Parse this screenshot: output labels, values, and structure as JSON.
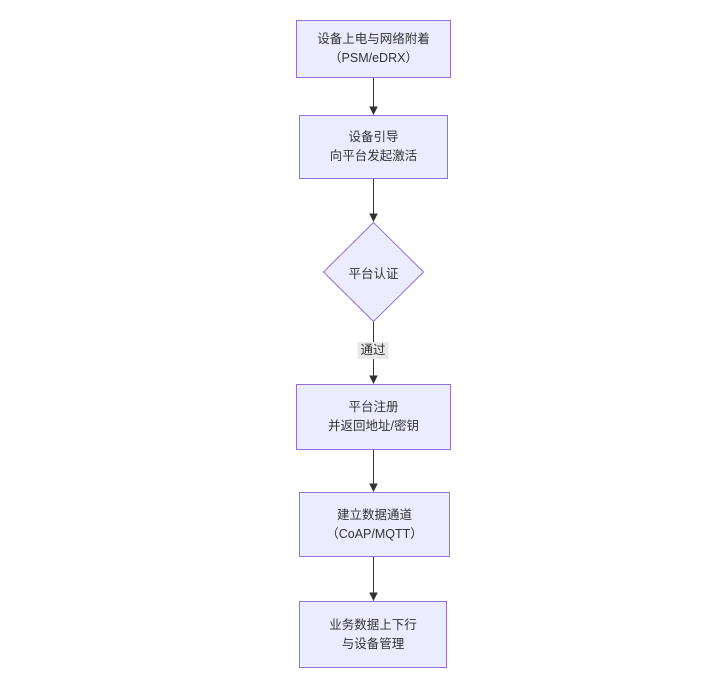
{
  "diagram": {
    "type": "flowchart",
    "direction": "top-down",
    "colors": {
      "background": "#ffffff",
      "node_fill": "#ECECFF",
      "node_border": "#9370DB",
      "edge_line": "#333333",
      "text": "#333333",
      "edge_label_bg": "#e8e8e8"
    },
    "nodes": [
      {
        "id": "power-attach",
        "shape": "rect",
        "lines": [
          "设备上电与网络附着",
          "（PSM/eDRX）"
        ]
      },
      {
        "id": "bootstrap",
        "shape": "rect",
        "lines": [
          "设备引导",
          "向平台发起激活"
        ]
      },
      {
        "id": "platform-auth",
        "shape": "diamond",
        "lines": [
          "平台认证"
        ]
      },
      {
        "id": "register",
        "shape": "rect",
        "lines": [
          "平台注册",
          "并返回地址/密钥"
        ]
      },
      {
        "id": "data-channel",
        "shape": "rect",
        "lines": [
          "建立数据通道",
          "（CoAP/MQTT）"
        ]
      },
      {
        "id": "business-mgmt",
        "shape": "rect",
        "lines": [
          "业务数据上下行",
          "与设备管理"
        ]
      }
    ],
    "edges": [
      {
        "from": "power-attach",
        "to": "bootstrap",
        "label": ""
      },
      {
        "from": "bootstrap",
        "to": "platform-auth",
        "label": ""
      },
      {
        "from": "platform-auth",
        "to": "register",
        "label": "通过"
      },
      {
        "from": "register",
        "to": "data-channel",
        "label": ""
      },
      {
        "from": "data-channel",
        "to": "business-mgmt",
        "label": ""
      }
    ]
  }
}
